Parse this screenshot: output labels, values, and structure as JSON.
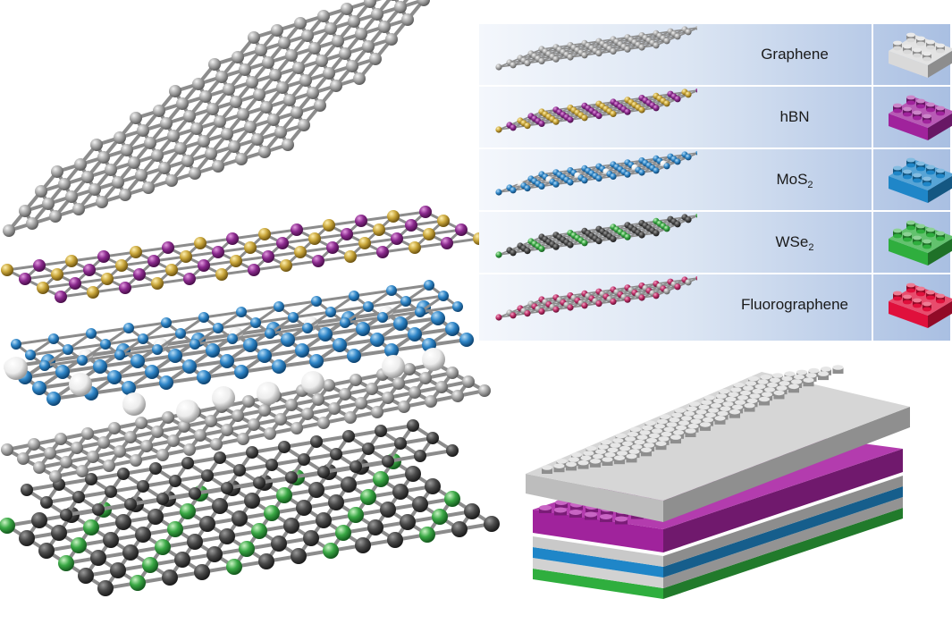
{
  "legend": {
    "rows": [
      {
        "label": "Graphene",
        "sub": "",
        "color": "#d9d9d9"
      },
      {
        "label": "hBN",
        "sub": "",
        "color": "#a0239c"
      },
      {
        "label": "MoS",
        "sub": "2",
        "color": "#1f86c8"
      },
      {
        "label": "WSe",
        "sub": "2",
        "color": "#2fae3e"
      },
      {
        "label": "Fluorographene",
        "sub": "",
        "color": "#e0103c"
      }
    ]
  },
  "atom_colors": {
    "carbon": "#a9a9a9",
    "boron": "#8b2a8e",
    "nitrogen": "#c9a63a",
    "molybdenum": "#f2f2f2",
    "sulfur": "#2f86c8",
    "tungsten": "#3aa845",
    "selenium": "#4a4a4a",
    "fluorine": "#c0306a"
  }
}
